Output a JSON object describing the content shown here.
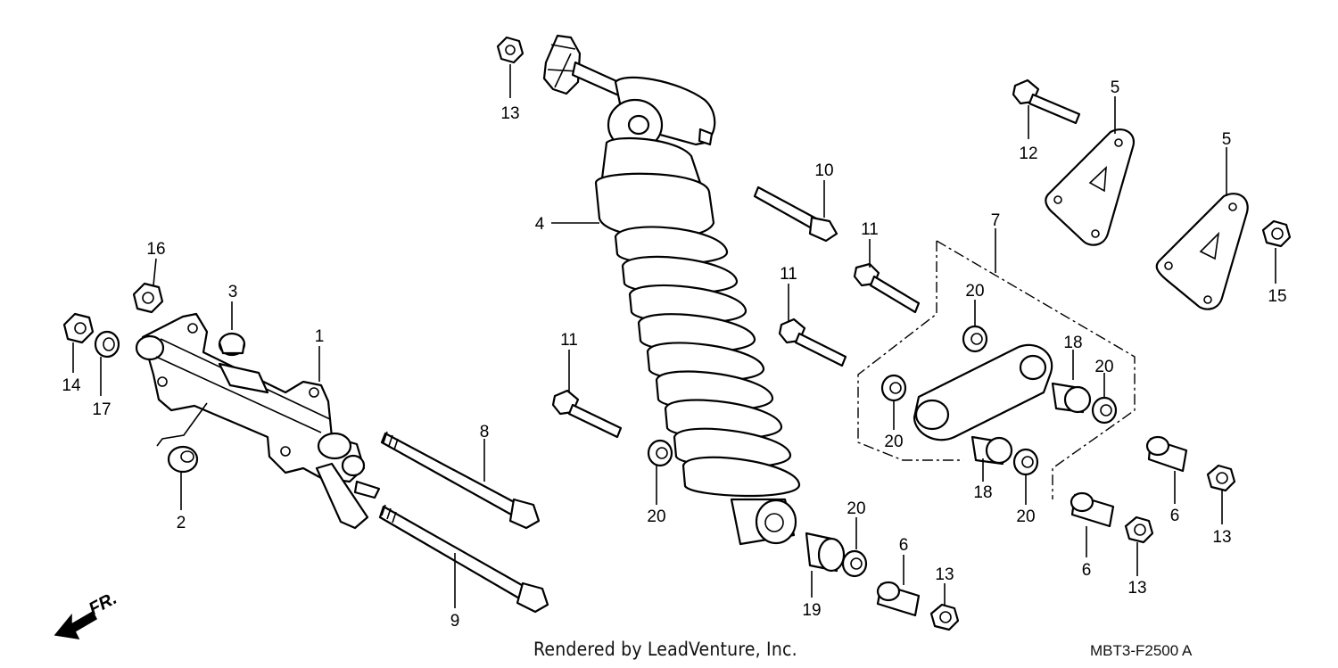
{
  "footer": {
    "credit": "Rendered by LeadVenture, Inc.",
    "code": "MBT3-F2500 A"
  },
  "orientation_mark": "FR.",
  "callouts": [
    "13",
    "5",
    "12",
    "10",
    "5",
    "4",
    "11",
    "7",
    "15",
    "16",
    "11",
    "3",
    "20",
    "1",
    "14",
    "17",
    "11",
    "18",
    "20",
    "20",
    "8",
    "20",
    "18",
    "20",
    "2",
    "6",
    "20",
    "13",
    "6",
    "9",
    "6",
    "13",
    "19",
    "13"
  ]
}
